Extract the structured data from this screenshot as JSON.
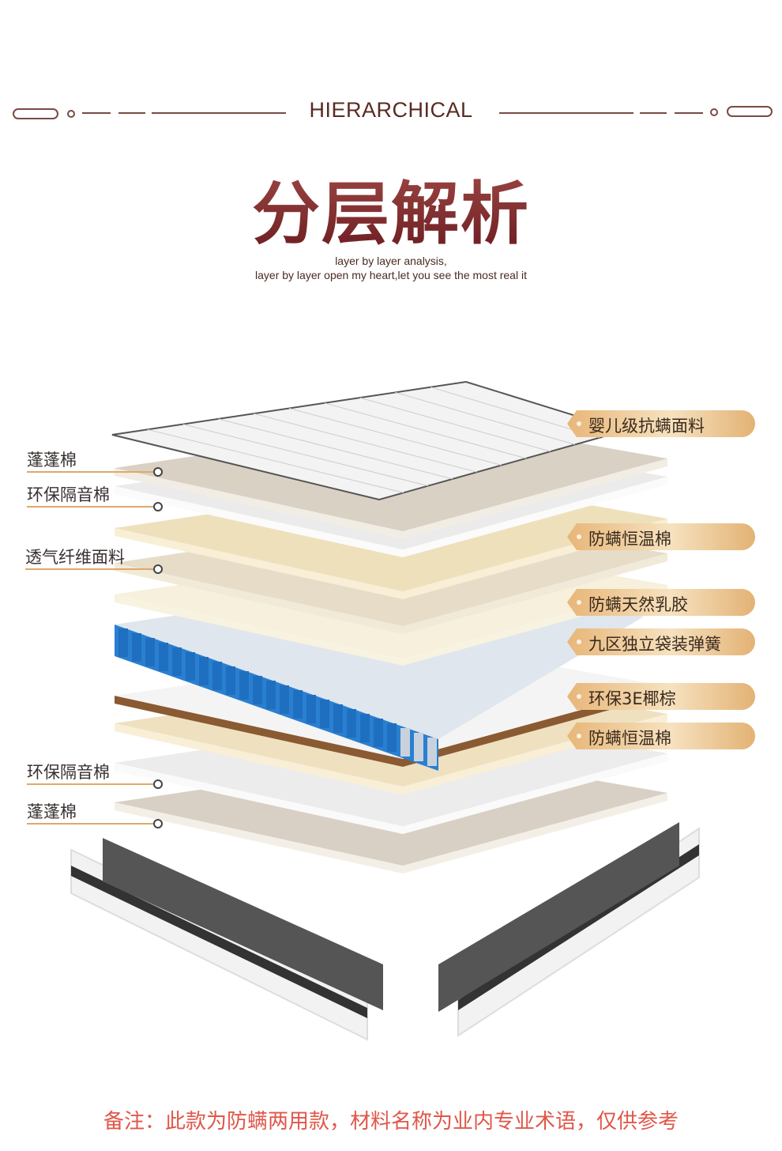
{
  "header": {
    "label": "HIERARCHICAL",
    "title": "分层解析",
    "subtitle_line1": "layer by layer analysis,",
    "subtitle_line2": "layer by layer open my heart,let you see the most real it"
  },
  "right_labels": [
    "婴儿级抗螨面料",
    "防螨恒温棉",
    "防螨天然乳胶",
    "九区独立袋装弹簧",
    "环保3E椰棕",
    "防螨恒温棉"
  ],
  "left_labels": [
    "蓬蓬棉",
    "环保隔音棉",
    "透气纤维面料",
    "环保隔音棉",
    "蓬蓬棉"
  ],
  "footer_note": "备注：此款为防螨两用款，材料名称为业内专业术语，仅供参考",
  "colors": {
    "accent": "#7a2e2e",
    "tag": "#e8b678",
    "note": "#e0574a",
    "spring": "#2a7fd0"
  }
}
